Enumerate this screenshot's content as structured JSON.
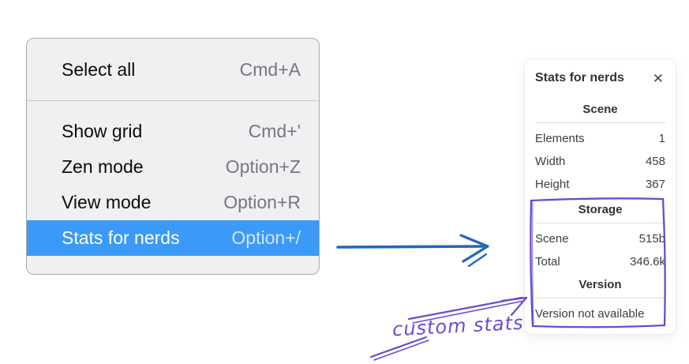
{
  "menu": {
    "items_top": [
      {
        "label": "Select all",
        "shortcut": "Cmd+A"
      }
    ],
    "items_bottom": [
      {
        "label": "Show grid",
        "shortcut": "Cmd+'"
      },
      {
        "label": "Zen mode",
        "shortcut": "Option+Z"
      },
      {
        "label": "View mode",
        "shortcut": "Option+R"
      },
      {
        "label": "Stats for nerds",
        "shortcut": "Option+/"
      }
    ],
    "selected_item": "Stats for nerds",
    "selection_color": "#3b9af8"
  },
  "stats": {
    "title": "Stats for nerds",
    "close_icon": "✕",
    "scene": {
      "heading": "Scene",
      "rows": [
        {
          "label": "Elements",
          "value": "1"
        },
        {
          "label": "Width",
          "value": "458"
        },
        {
          "label": "Height",
          "value": "367"
        }
      ]
    },
    "storage": {
      "heading": "Storage",
      "rows": [
        {
          "label": "Scene",
          "value": "515b"
        },
        {
          "label": "Total",
          "value": "346.6k"
        }
      ]
    },
    "version": {
      "heading": "Version",
      "note": "Version not available"
    }
  },
  "annotation": {
    "label": "custom stats",
    "color": "#6c4ad0",
    "pointer_arrow_color": "#2268b8"
  }
}
